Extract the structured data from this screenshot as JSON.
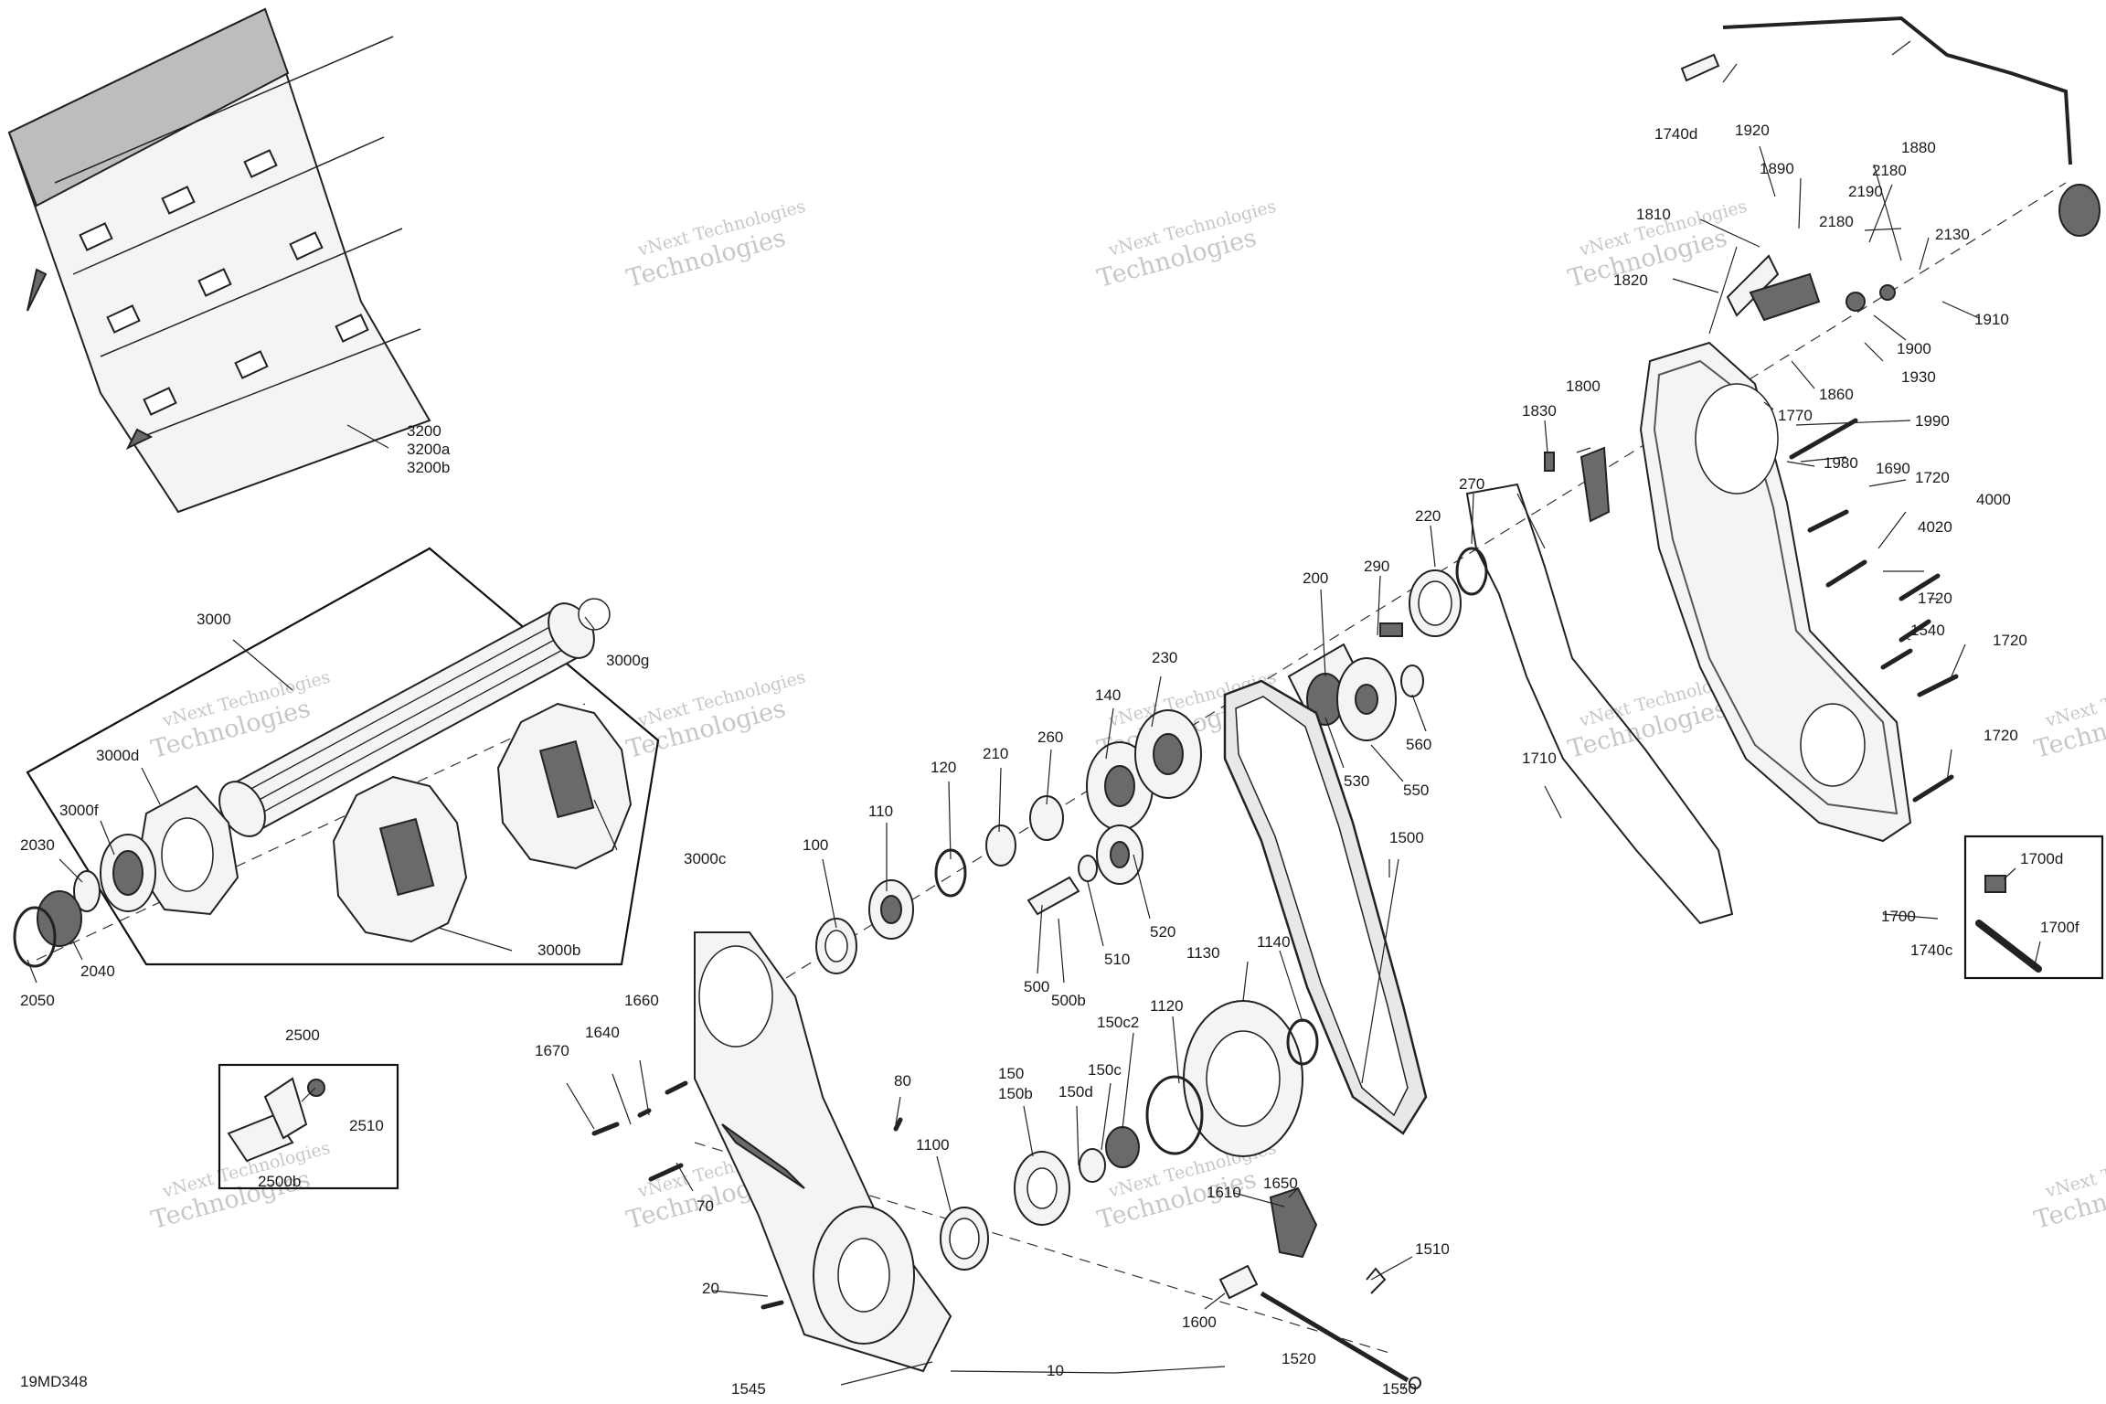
{
  "diagram_code": "19MD348",
  "watermark": {
    "line1": "vNext Technologies",
    "line2": "Technologies"
  },
  "callouts": [
    "10",
    "20",
    "70",
    "80",
    "100",
    "110",
    "120",
    "140",
    "150",
    "150b",
    "150c",
    "150c2",
    "150d",
    "200",
    "210",
    "220",
    "230",
    "260",
    "270",
    "290",
    "500",
    "500b",
    "510",
    "520",
    "530",
    "550",
    "560",
    "1100",
    "1120",
    "1130",
    "1140",
    "1500",
    "1510",
    "1520",
    "1540",
    "1545",
    "1550",
    "1600",
    "1610",
    "1640",
    "1650",
    "1660",
    "1670",
    "1690",
    "1700",
    "1700d",
    "1700f",
    "1710",
    "1720",
    "1740c",
    "1740d",
    "1770",
    "1800",
    "1810",
    "1820",
    "1830",
    "1860",
    "1880",
    "1890",
    "1900",
    "1910",
    "1920",
    "1930",
    "1980",
    "1990",
    "2030",
    "2040",
    "2050",
    "2130",
    "2180",
    "2190",
    "2500",
    "2500b",
    "2510",
    "3000",
    "3000b",
    "3000c",
    "3000d",
    "3000f",
    "3000g",
    "3200",
    "3200a",
    "3200b",
    "4000",
    "4020"
  ]
}
